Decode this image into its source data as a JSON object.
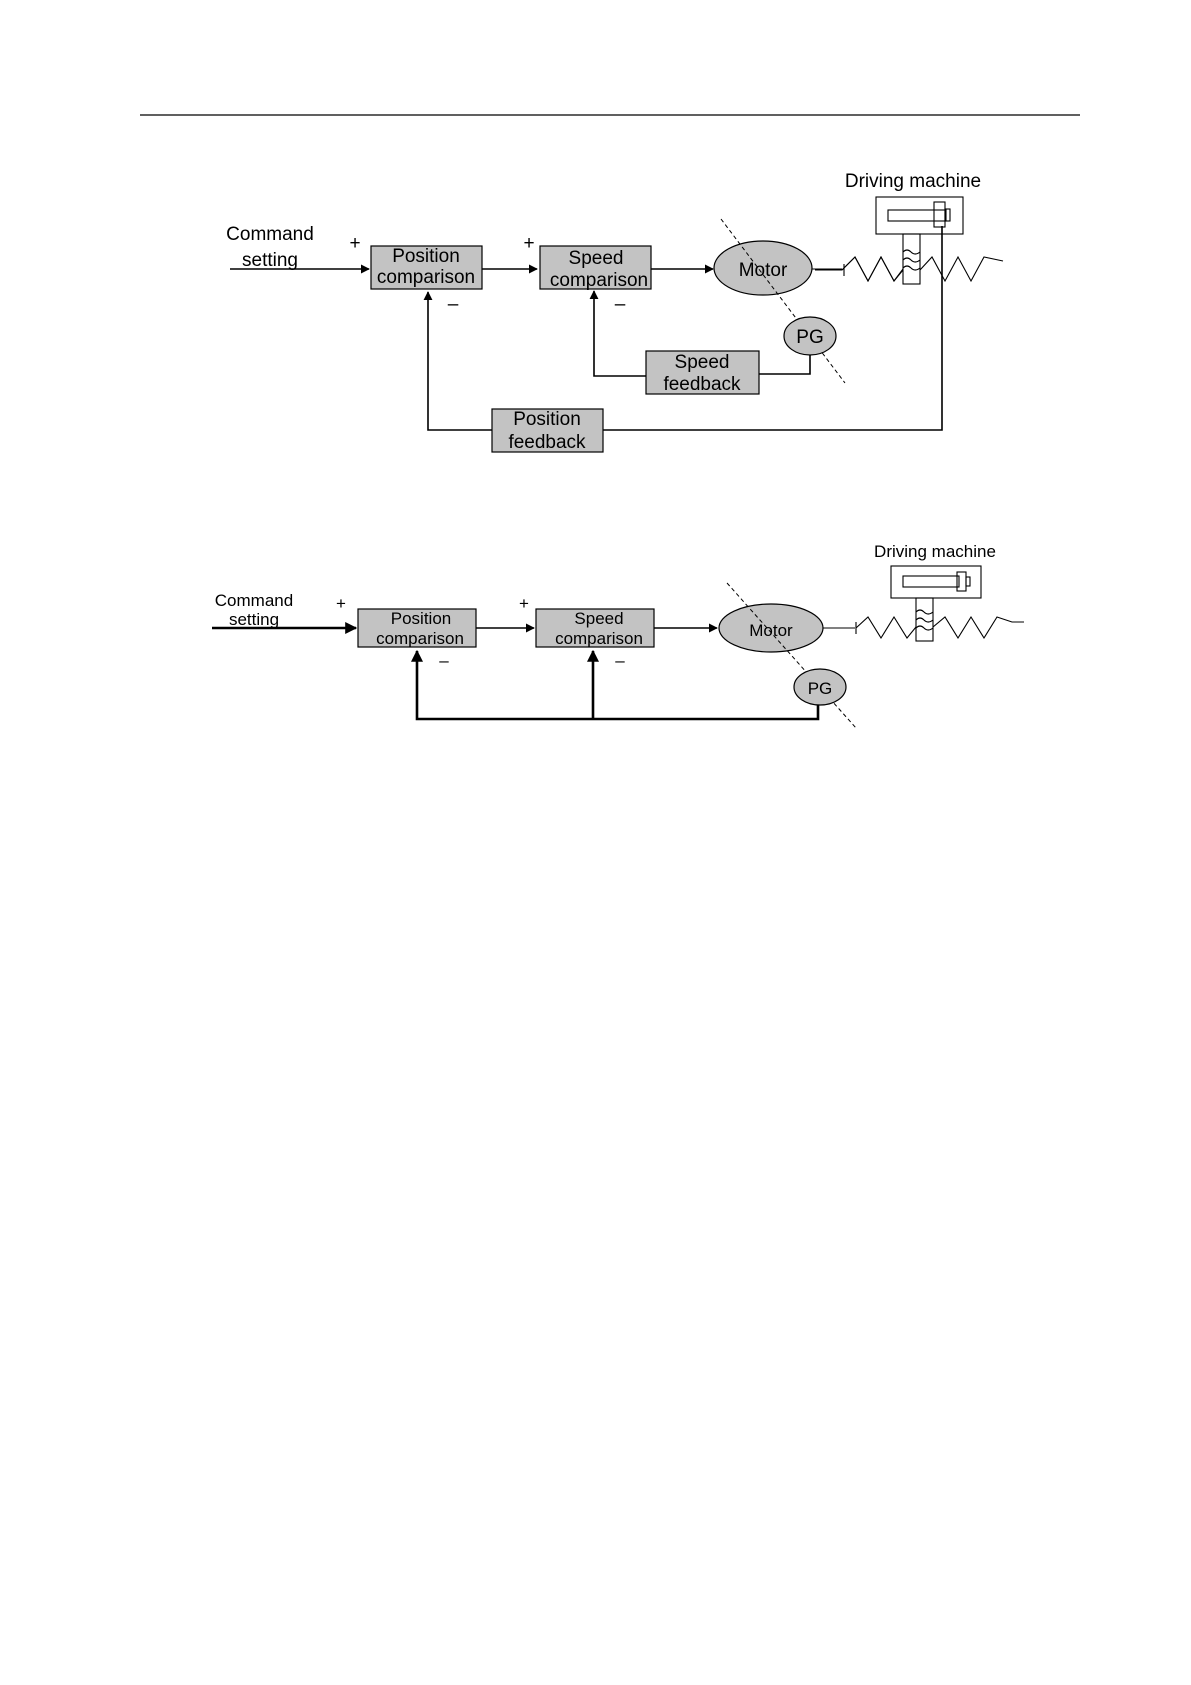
{
  "diagram1": {
    "driving_machine": "Driving machine",
    "command_line1": "Command",
    "command_line2": "setting",
    "plus_pos": "+",
    "minus_pos": "–",
    "plus_speed": "+",
    "minus_speed": "–",
    "position_comparison_line1": "Position",
    "position_comparison_line2": "comparison",
    "speed_comparison_line1": "Speed",
    "speed_comparison_line2": "comparison",
    "motor": "Motor",
    "pg": "PG",
    "speed_feedback_line1": "Speed",
    "speed_feedback_line2": "feedback",
    "position_feedback_line1": "Position",
    "position_feedback_line2": "feedback"
  },
  "diagram2": {
    "driving_machine": "Driving machine",
    "command_line1": "Command",
    "command_line2": "setting",
    "plus_pos": "+",
    "minus_pos": "–",
    "plus_speed": "+",
    "minus_speed": "–",
    "position_comparison_line1": "Position",
    "position_comparison_line2": "comparison",
    "speed_comparison_line1": "Speed",
    "speed_comparison_line2": "comparison",
    "motor": "Motor",
    "pg": "PG"
  }
}
